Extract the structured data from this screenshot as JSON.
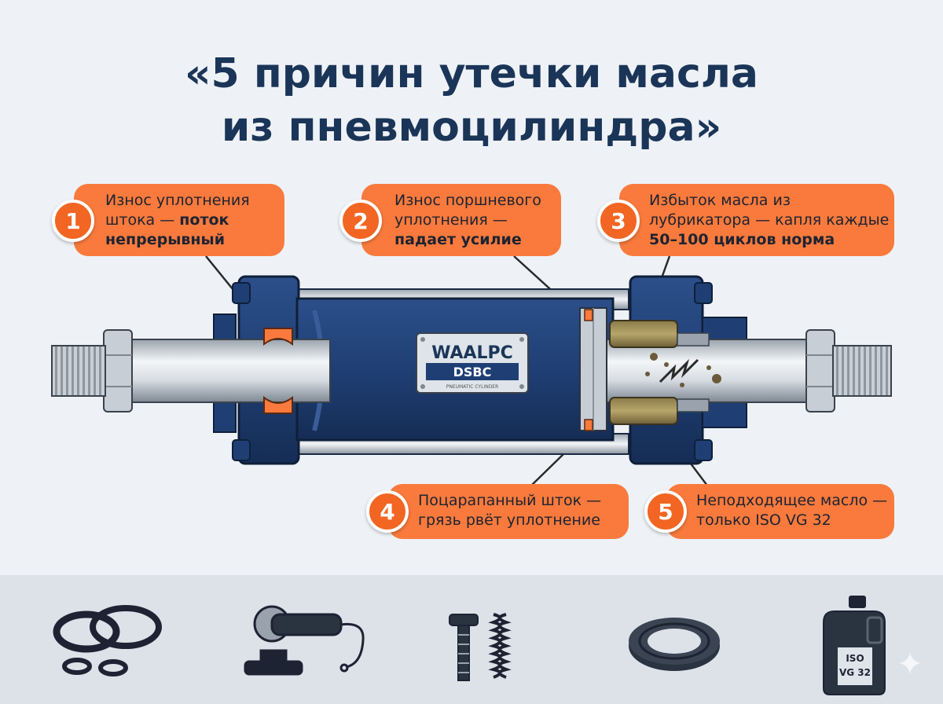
{
  "title": {
    "line1": "«5 причин утечки масла",
    "line2": "из пневмоцилиндра»"
  },
  "callouts": [
    {
      "num": "1",
      "text": "Износ уплотнения штока — ",
      "bold": "поток непрерывный"
    },
    {
      "num": "2",
      "text": "Износ поршневого уплотнения — ",
      "bold": "падает усилие"
    },
    {
      "num": "3",
      "text": "Избыток масла из лубрикатора — капля каждые ",
      "bold": "50–100 циклов норма"
    },
    {
      "num": "4",
      "text": "Поцарапанный шток — грязь рвёт уплотнение",
      "bold": ""
    },
    {
      "num": "5",
      "text": "Неподходящее масло — только ISO VG 32",
      "bold": ""
    }
  ],
  "nameplate": {
    "brand": "WAALPC",
    "model": "DSBC",
    "fine_print": "PNEUMATIC CYLINDER"
  },
  "icons": [
    {
      "name": "o-ring-set-icon"
    },
    {
      "name": "polisher-icon"
    },
    {
      "name": "screw-spring-icon"
    },
    {
      "name": "rod-seal-icon"
    },
    {
      "name": "oil-canister-icon",
      "label_top": "ISO",
      "label_bottom": "VG 32"
    }
  ],
  "colors": {
    "navy": "#1b3558",
    "orange": "#f97a3c",
    "badge": "#f26522",
    "cylinder": "#1f3f74"
  }
}
